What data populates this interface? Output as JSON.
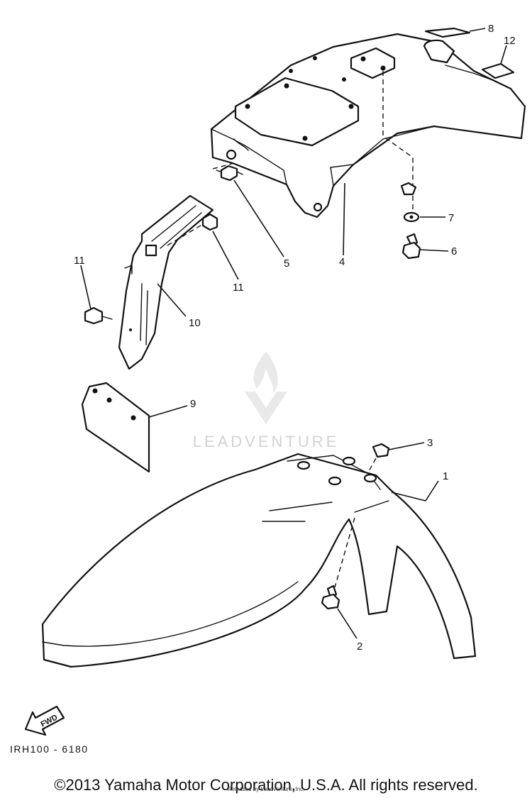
{
  "callouts": {
    "c1": "1",
    "c2": "2",
    "c3": "3",
    "c4": "4",
    "c5": "5",
    "c6": "6",
    "c7": "7",
    "c8": "8",
    "c9": "9",
    "c10": "10",
    "c11a": "11",
    "c11b": "11",
    "c12": "12"
  },
  "fwd_arrow_text": "FWD",
  "reference_code": "IRH100 - 6180",
  "watermark": "LEADVENTURE",
  "copyright": "©2013 Yamaha Motor Corporation, U.S.A. All rights reserved.",
  "released_by": "Released by Leadventure, Inc."
}
